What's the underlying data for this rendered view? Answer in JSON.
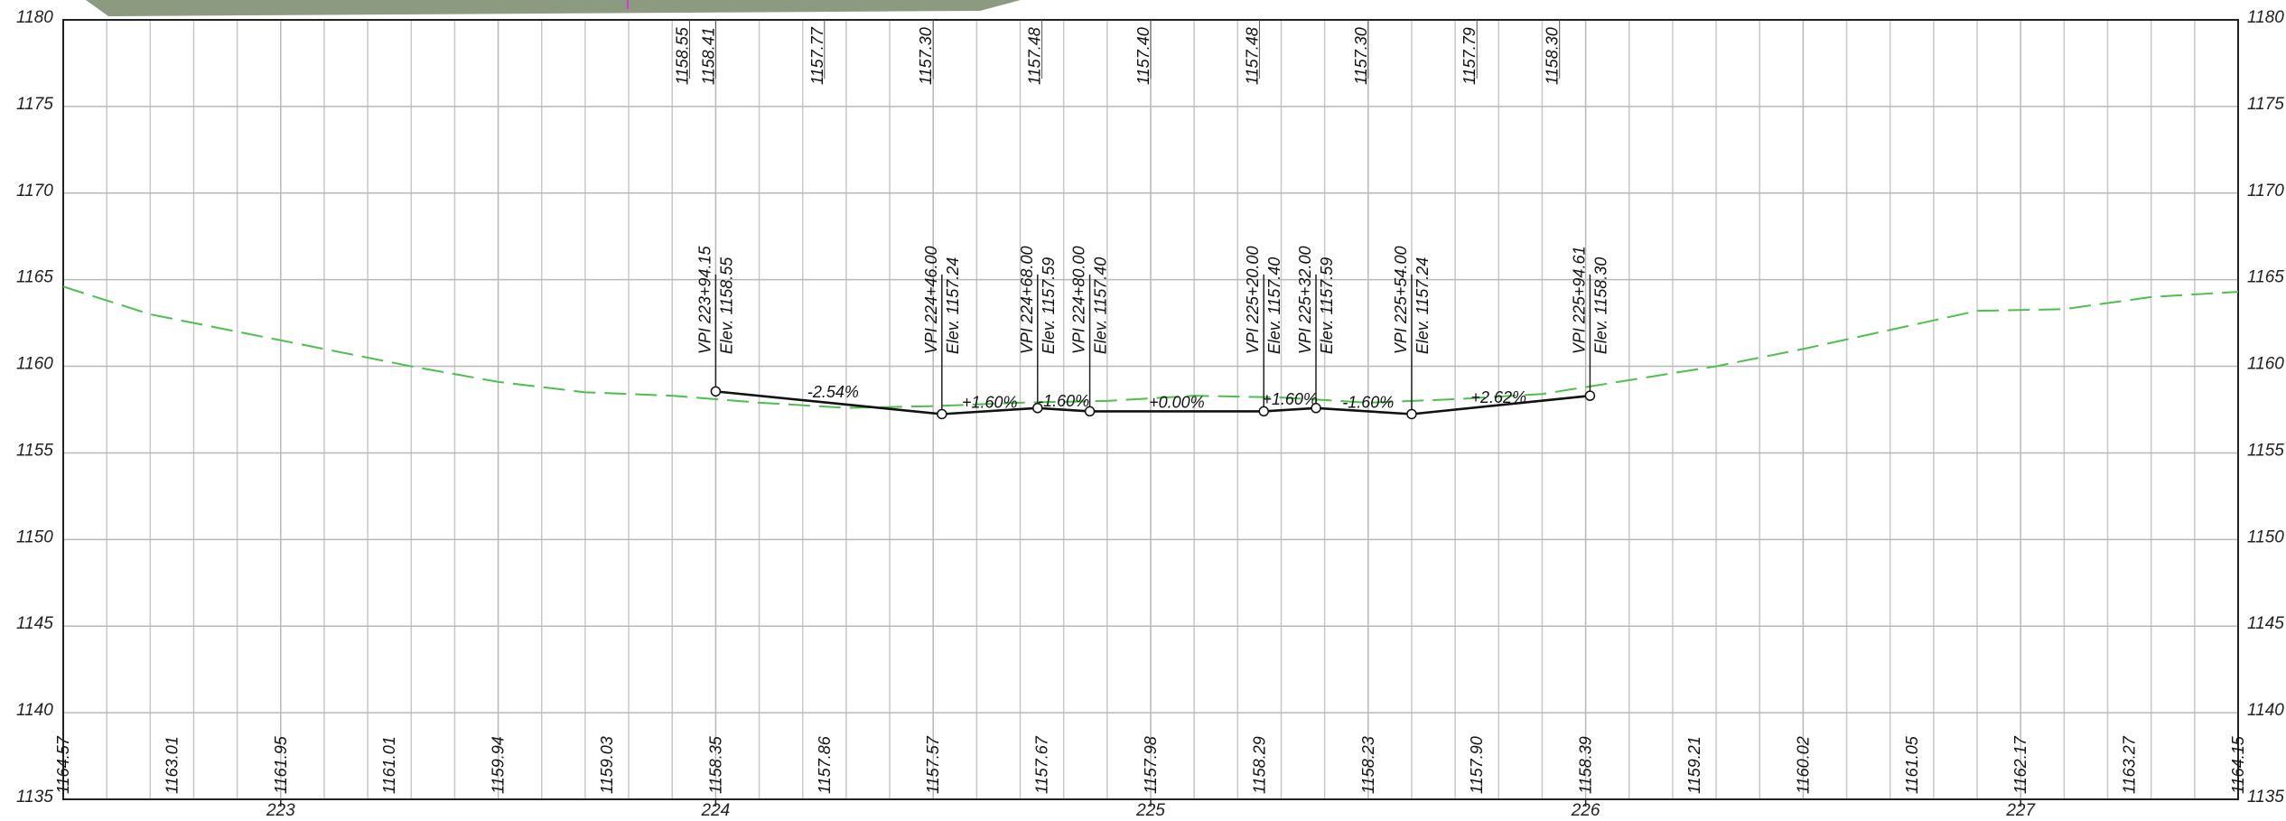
{
  "chart_data": {
    "type": "line",
    "title": "",
    "xlabel": "",
    "ylabel": "",
    "xlim": [
      222.5,
      227.5
    ],
    "ylim": [
      1135,
      1180
    ],
    "y_ticks": [
      "1135",
      "1140",
      "1145",
      "1150",
      "1155",
      "1160",
      "1165",
      "1170",
      "1175",
      "1180"
    ],
    "x_ticks": [
      {
        "label": "223",
        "value": 223
      },
      {
        "label": "224",
        "value": 224
      },
      {
        "label": "225",
        "value": 225
      },
      {
        "label": "226",
        "value": 226
      },
      {
        "label": "227",
        "value": 227
      }
    ],
    "grid": "on",
    "ground_profile": {
      "name": "",
      "color": "#4cc04c",
      "style": "dashed",
      "x": [
        222.5,
        222.7,
        222.9,
        223.1,
        223.3,
        223.5,
        223.7,
        223.9,
        224.1,
        224.3,
        224.5,
        224.7,
        224.9,
        225.1,
        225.3,
        225.5,
        225.7,
        225.9,
        226.1,
        226.3,
        226.5,
        226.7,
        226.9,
        227.1,
        227.3,
        227.5
      ],
      "y": [
        1164.6,
        1163.0,
        1162.0,
        1161.0,
        1160.0,
        1159.1,
        1158.5,
        1158.3,
        1157.9,
        1157.6,
        1157.7,
        1157.9,
        1158.0,
        1158.3,
        1158.2,
        1157.9,
        1158.1,
        1158.4,
        1159.2,
        1160.0,
        1161.0,
        1162.1,
        1163.2,
        1163.3,
        1164.0,
        1164.3
      ]
    },
    "design_profile": {
      "name": "",
      "color": "#111111",
      "x": [
        224.0,
        224.52,
        224.74,
        224.86,
        225.26,
        225.38,
        225.6,
        226.01
      ],
      "y": [
        1158.55,
        1157.24,
        1157.59,
        1157.4,
        1157.4,
        1157.59,
        1157.24,
        1158.3
      ]
    },
    "vpis": [
      {
        "x": 224.0,
        "station": "VPI 223+94.15",
        "elev": "Elev. 1158.55"
      },
      {
        "x": 224.52,
        "station": "VPI 224+46.00",
        "elev": "Elev. 1157.24"
      },
      {
        "x": 224.74,
        "station": "VPI 224+68.00",
        "elev": "Elev. 1157.59"
      },
      {
        "x": 224.86,
        "station": "VPI 224+80.00",
        "elev": "Elev. 1157.40"
      },
      {
        "x": 225.26,
        "station": "VPI 225+20.00",
        "elev": "Elev. 1157.40"
      },
      {
        "x": 225.38,
        "station": "VPI 225+32.00",
        "elev": "Elev. 1157.59"
      },
      {
        "x": 225.6,
        "station": "VPI 225+54.00",
        "elev": "Elev. 1157.24"
      },
      {
        "x": 226.01,
        "station": "VPI 225+94.61",
        "elev": "Elev. 1158.30"
      }
    ],
    "grades": [
      {
        "label": "-2.54%",
        "x": 224.27,
        "y": 1158.4
      },
      {
        "label": "+1.60%",
        "x": 224.63,
        "y": 1157.8
      },
      {
        "label": "-1.60%",
        "x": 224.8,
        "y": 1157.9
      },
      {
        "label": "+0.00%",
        "x": 225.06,
        "y": 1157.8
      },
      {
        "label": "+1.60%",
        "x": 225.32,
        "y": 1158.0
      },
      {
        "label": "-1.60%",
        "x": 225.5,
        "y": 1157.8
      },
      {
        "label": "+2.62%",
        "x": 225.8,
        "y": 1158.1
      }
    ],
    "top_labels": [
      {
        "label": "1158.55",
        "x": 223.94
      },
      {
        "label": "1158.41",
        "x": 224.0
      },
      {
        "label": "1157.77",
        "x": 224.25
      },
      {
        "label": "1157.30",
        "x": 224.5
      },
      {
        "label": "1157.48",
        "x": 224.75
      },
      {
        "label": "1157.40",
        "x": 225.0
      },
      {
        "label": "1157.48",
        "x": 225.25
      },
      {
        "label": "1157.30",
        "x": 225.5
      },
      {
        "label": "1157.79",
        "x": 225.75
      },
      {
        "label": "1158.30",
        "x": 225.94
      }
    ],
    "bottom_labels": [
      {
        "label": "1164.57",
        "x": 222.5
      },
      {
        "label": "1163.01",
        "x": 222.75
      },
      {
        "label": "1161.95",
        "x": 223.0
      },
      {
        "label": "1161.01",
        "x": 223.25
      },
      {
        "label": "1159.94",
        "x": 223.5
      },
      {
        "label": "1159.03",
        "x": 223.75
      },
      {
        "label": "1158.35",
        "x": 224.0
      },
      {
        "label": "1157.86",
        "x": 224.25
      },
      {
        "label": "1157.57",
        "x": 224.5
      },
      {
        "label": "1157.67",
        "x": 224.75
      },
      {
        "label": "1157.98",
        "x": 225.0
      },
      {
        "label": "1158.29",
        "x": 225.25
      },
      {
        "label": "1158.23",
        "x": 225.5
      },
      {
        "label": "1157.90",
        "x": 225.75
      },
      {
        "label": "1158.39",
        "x": 226.0
      },
      {
        "label": "1159.21",
        "x": 226.25
      },
      {
        "label": "1160.02",
        "x": 226.5
      },
      {
        "label": "1161.05",
        "x": 226.75
      },
      {
        "label": "1162.17",
        "x": 227.0
      },
      {
        "label": "1163.27",
        "x": 227.25
      },
      {
        "label": "1164.15",
        "x": 227.5
      }
    ]
  }
}
